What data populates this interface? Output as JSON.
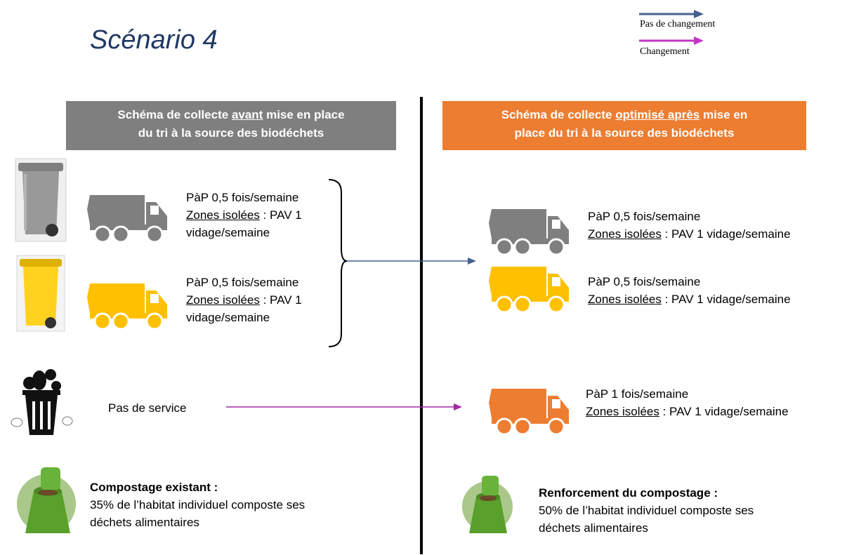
{
  "title": "Scénario 4",
  "legend": {
    "no_change": {
      "label": "Pas de changement",
      "color": "#44618f"
    },
    "change": {
      "label": "Changement",
      "color": "#c535c5"
    }
  },
  "colors": {
    "grey": "#7f7f7f",
    "yellow": "#ffc000",
    "orange": "#ed7d31",
    "bin_green": "#6aa632"
  },
  "left_header": {
    "line1_pre": "Schéma de collecte ",
    "line1_emph": "avant",
    "line1_post": " mise en place",
    "line2": "du tri à la source des biodéchets"
  },
  "right_header": {
    "line1_pre": "Schéma de collecte ",
    "line1_emph": "optimisé après",
    "line1_post": " mise en",
    "line2": "place du tri à la source des biodéchets"
  },
  "left": {
    "grey": {
      "line1": "PàP 0,5 fois/semaine",
      "zone_label": "Zones isolées",
      "zone_rest": " : PAV 1",
      "line3": "vidage/semaine"
    },
    "yellow": {
      "line1": "PàP 0,5 fois/semaine",
      "zone_label": "Zones isolées",
      "zone_rest": " : PAV 1",
      "line3": "vidage/semaine"
    },
    "bio": {
      "text": "Pas de service"
    },
    "compost": {
      "heading": "Compostage existant :",
      "line1": "35% de l’habitat individuel composte ses",
      "line2": "déchets alimentaires"
    }
  },
  "right": {
    "grey": {
      "line1": "PàP 0,5 fois/semaine",
      "zone_label": "Zones isolées",
      "zone_rest": " : PAV 1 vidage/semaine"
    },
    "yellow": {
      "line1": "PàP 0,5 fois/semaine",
      "zone_label": "Zones isolées",
      "zone_rest": " : PAV 1 vidage/semaine"
    },
    "bio": {
      "line1": "PàP 1 fois/semaine",
      "zone_label": "Zones isolées",
      "zone_rest": " : PAV 1 vidage/semaine"
    },
    "compost": {
      "heading": "Renforcement du compostage :",
      "line1": "50% de l’habitat individuel composte ses",
      "line2": "déchets alimentaires"
    }
  }
}
